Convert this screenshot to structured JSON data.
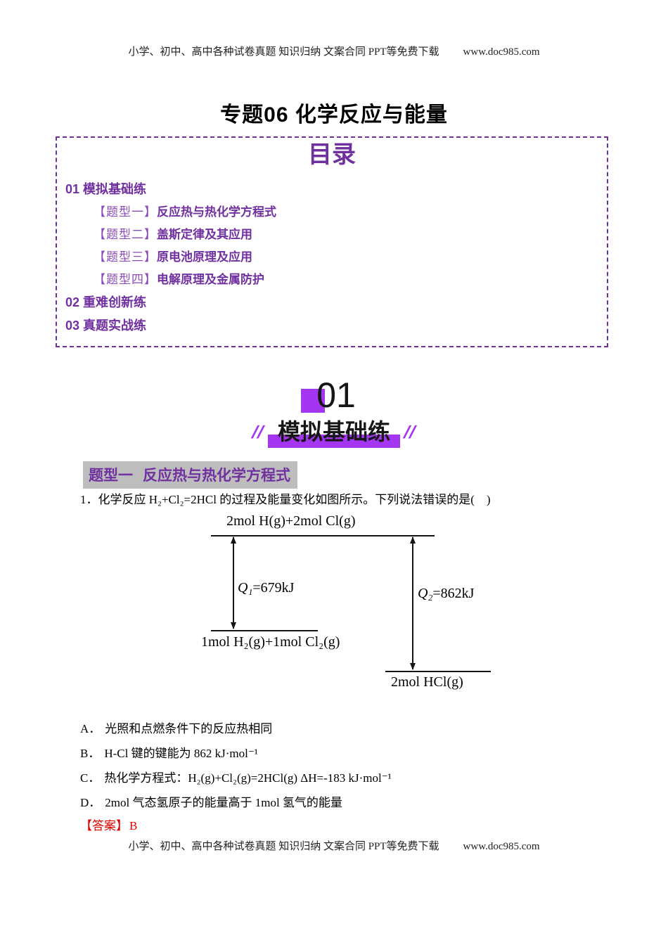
{
  "colors": {
    "toc_purple": "#7030A0",
    "accent_purple": "#A435F0",
    "heading_highlight_gray": "#BDBDBD",
    "answer_red": "#E00000"
  },
  "header": {
    "text": "小学、初中、高中各种试卷真题 知识归纳 文案合同 PPT等免费下载",
    "site": "www.doc985.com"
  },
  "footer": {
    "text": "小学、初中、高中各种试卷真题 知识归纳 文案合同 PPT等免费下载",
    "site": "www.doc985.com"
  },
  "doc_title": "专题06 化学反应与能量",
  "toc": {
    "title": "目录",
    "items": [
      {
        "type": "section",
        "text": "01 模拟基础练"
      },
      {
        "type": "sub",
        "tag": "【题型一】",
        "text": "反应热与热化学方程式"
      },
      {
        "type": "sub",
        "tag": "【题型二】",
        "text": "盖斯定律及其应用"
      },
      {
        "type": "sub",
        "tag": "【题型三】",
        "text": "原电池原理及应用"
      },
      {
        "type": "sub",
        "tag": "【题型四】",
        "text": "电解原理及金属防护"
      },
      {
        "type": "section",
        "text": "02 重难创新练"
      },
      {
        "type": "section",
        "text": "03 真题实战练"
      }
    ]
  },
  "banner": {
    "number": "01",
    "title": "模拟基础练",
    "slash": "//"
  },
  "section_heading": {
    "tag": "题型一",
    "title": "反应热与热化学方程式"
  },
  "question": {
    "number": "1．",
    "text": "化学反应 H₂+Cl₂=2HCl 的过程及能量变化如图所示。下列说法错误的是(　)"
  },
  "diagram": {
    "top_label": "2mol H(g)+2mol Cl(g)",
    "left_label": "1mol H₂(g)+1mol Cl₂(g)",
    "bottom_label": "2mol HCl(g)",
    "q1_sym": "Q₁",
    "q1_rest": "=679kJ",
    "q2_sym": "Q₂",
    "q2_rest": "=862kJ"
  },
  "options": [
    {
      "label": "A．",
      "text": "光照和点燃条件下的反应热相同"
    },
    {
      "label": "B．",
      "text": "H-Cl 键的键能为 862 kJ·mol⁻¹"
    },
    {
      "label": "C．",
      "text": "热化学方程式：H₂(g)+Cl₂(g)=2HCl(g)  ΔH=-183 kJ·mol⁻¹"
    },
    {
      "label": "D．",
      "text": "2mol 气态氢原子的能量高于 1mol 氢气的能量"
    }
  ],
  "answer": {
    "label": "【答案】",
    "value": "B"
  }
}
